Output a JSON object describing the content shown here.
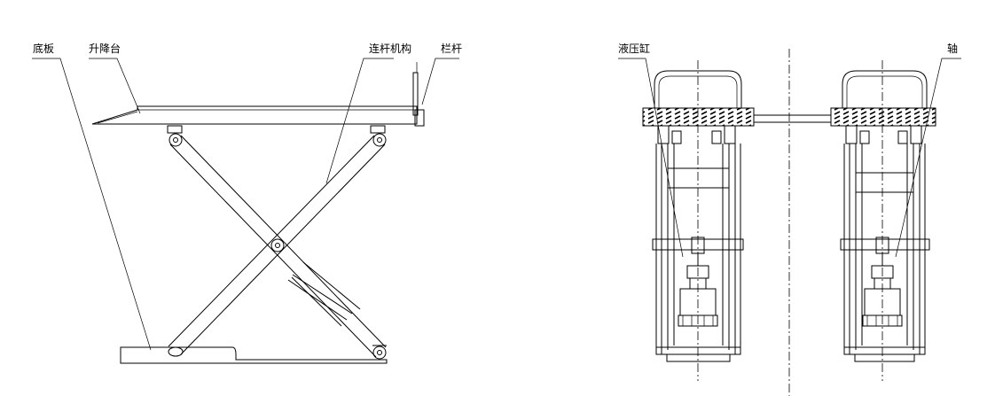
{
  "labels": {
    "base_plate": "底板",
    "lift_platform": "升降台",
    "linkage": "连杆机构",
    "railing": "栏杆",
    "hydraulic_cylinder": "液压缸",
    "shaft": "轴"
  }
}
